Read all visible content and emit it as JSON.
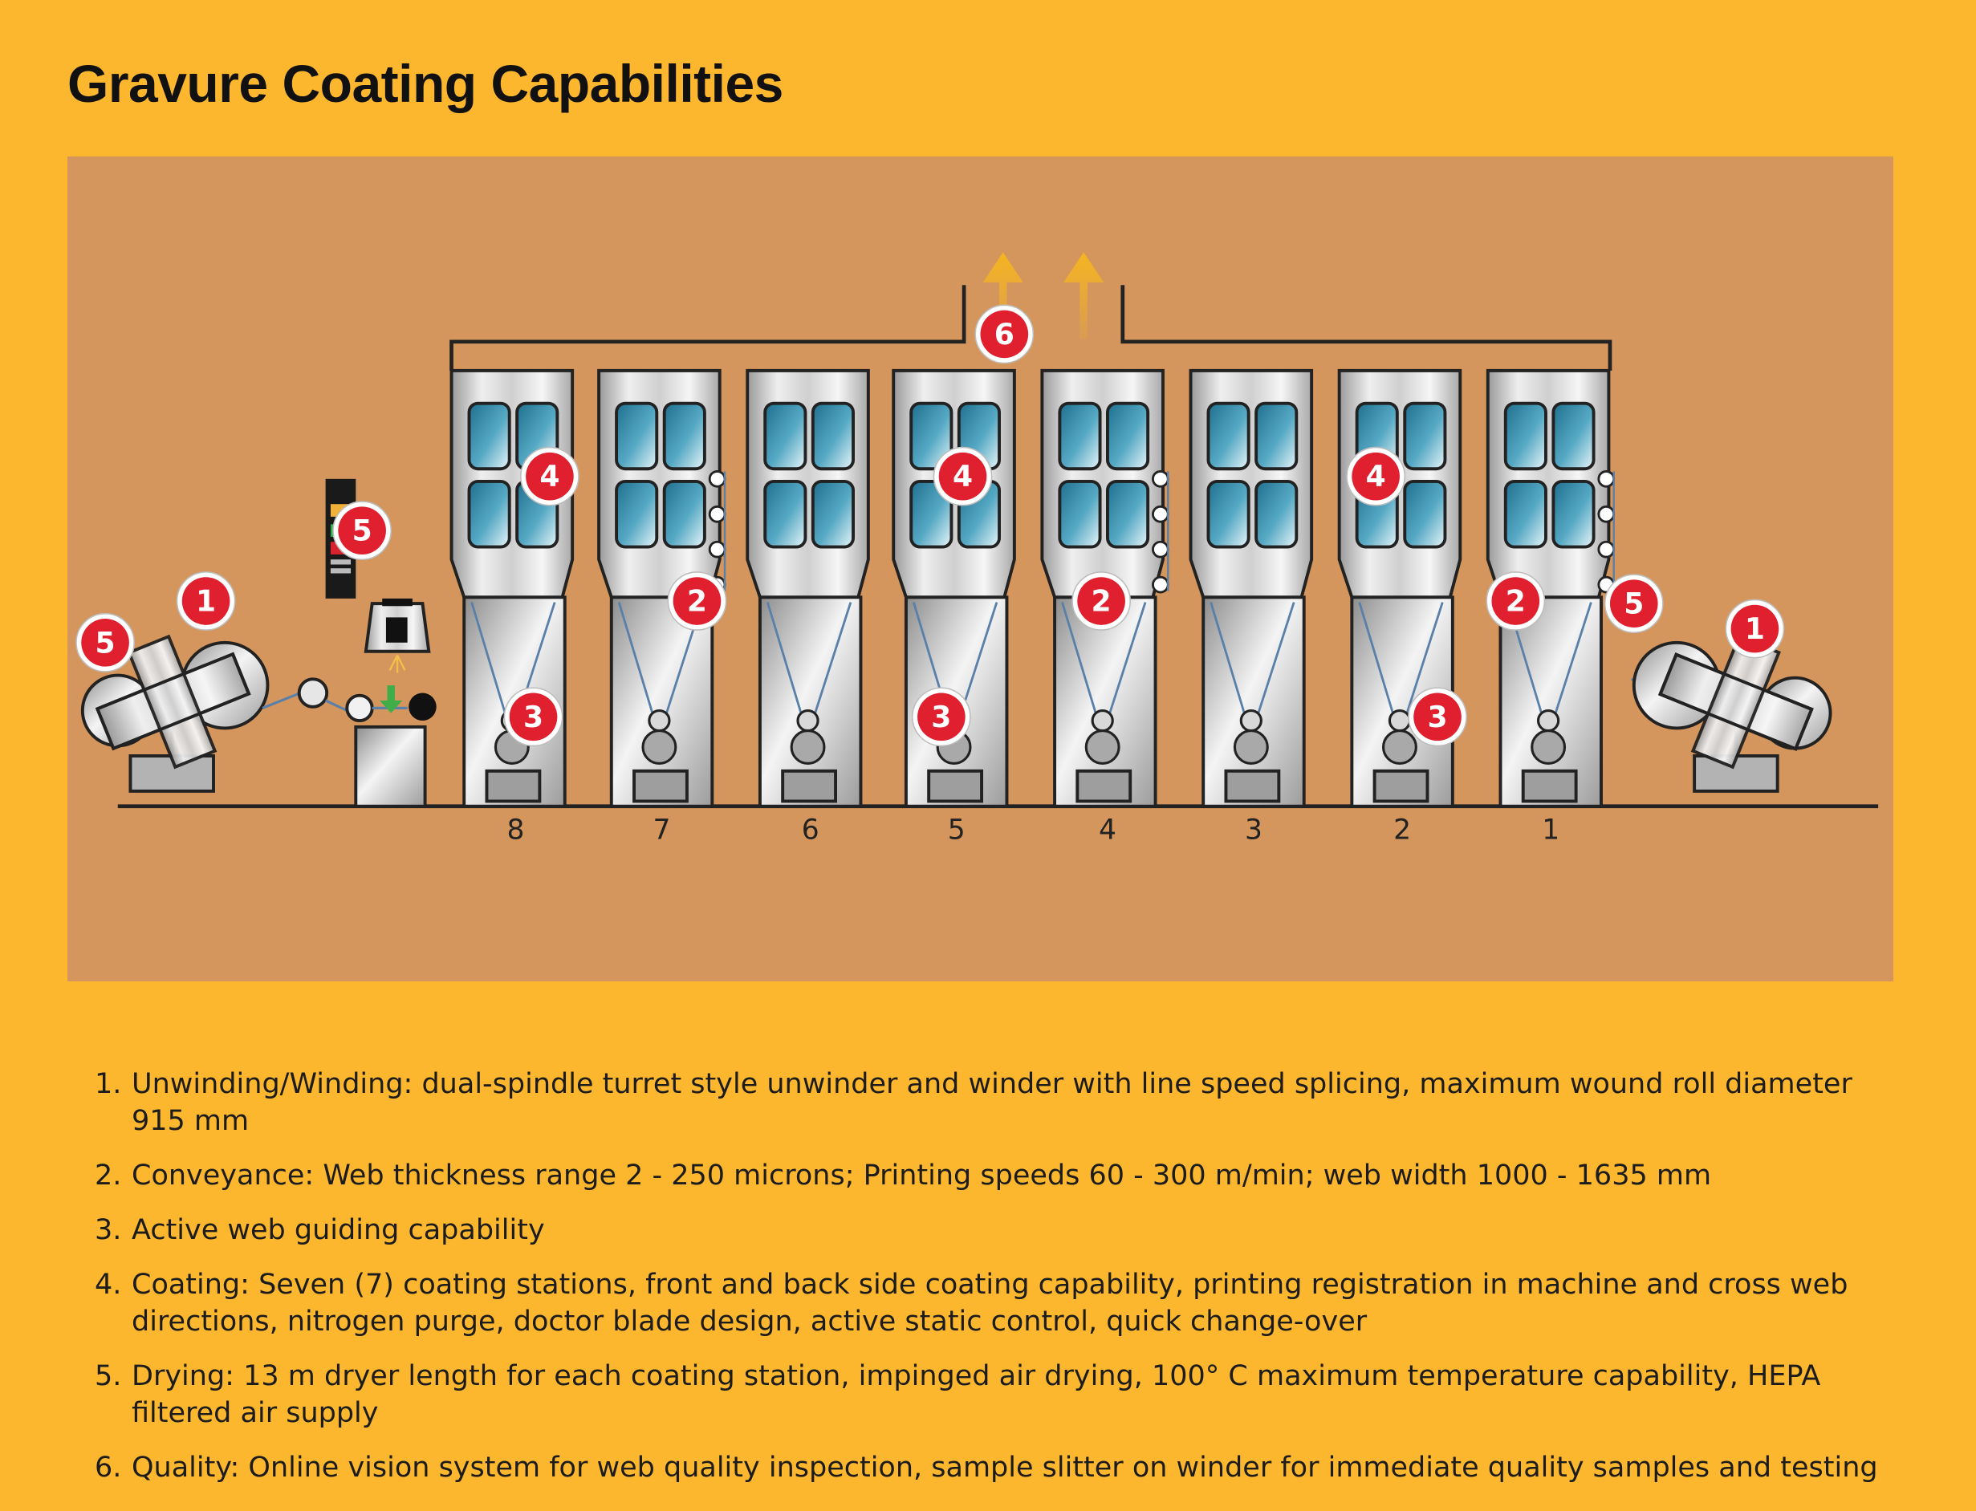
{
  "title": "Gravure Coating Capabilities",
  "diagram": {
    "station_numbers": [
      "8",
      "7",
      "6",
      "5",
      "4",
      "3",
      "2",
      "1"
    ],
    "callouts": [
      "1",
      "2",
      "3",
      "4",
      "5",
      "6"
    ],
    "colors": {
      "page_background": "#FDB72E",
      "panel_background": "#D4965C",
      "callout_red": "#E0202F",
      "exhaust_arrow": "#F5B521",
      "window_blue": "#2A8FB0"
    }
  },
  "items": [
    {
      "num": "1.",
      "text": "Unwinding/Winding: dual-spindle turret style unwinder and winder with line speed splicing, maximum wound roll diameter 915 mm"
    },
    {
      "num": "2.",
      "text": "Conveyance: Web thickness range 2 - 250 microns; Printing speeds 60 - 300 m/min; web width 1000 - 1635 mm"
    },
    {
      "num": "3.",
      "text": "Active web guiding capability"
    },
    {
      "num": "4.",
      "text": "Coating: Seven (7) coating stations, front and back side coating capability, printing registration in machine and cross web directions, nitrogen purge, doctor blade design, active static control, quick change-over"
    },
    {
      "num": "5.",
      "text": "Drying: 13 m dryer length for each coating station, impinged air drying, 100° C maximum temperature capability, HEPA filtered air supply"
    },
    {
      "num": "6.",
      "text": "Quality: Online vision system for web quality inspection, sample slitter on winder for immediate quality samples and testing"
    }
  ]
}
